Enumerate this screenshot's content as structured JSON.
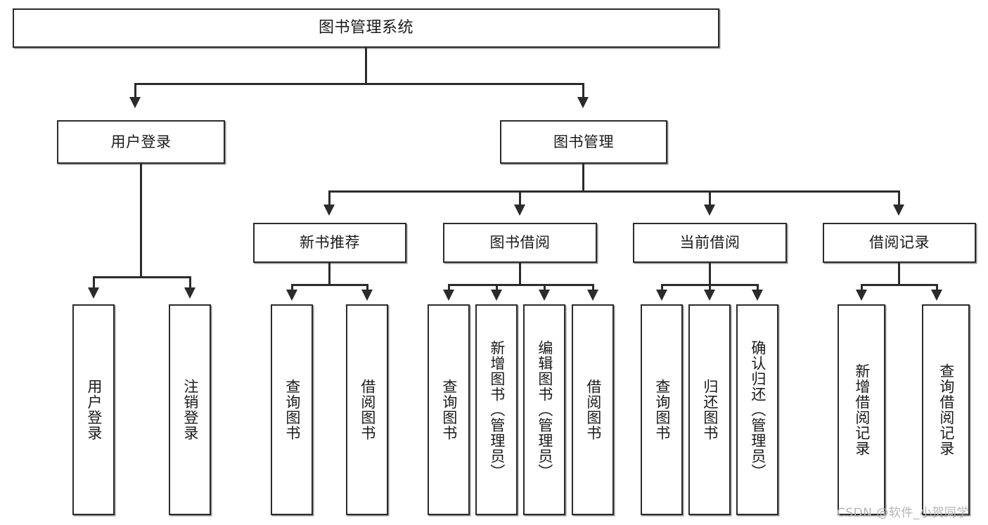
{
  "diagram": {
    "type": "tree-hierarchy",
    "title": "图书管理系统",
    "orientation": "top-down",
    "colors": {
      "stroke": "#2b2b2b",
      "fill": "#ffffff",
      "text": "#1a1a1a",
      "watermark": "#b4b4b4",
      "background": "#ffffff"
    }
  },
  "root": {
    "label": "图书管理系统"
  },
  "level2": [
    {
      "label": "用户登录"
    },
    {
      "label": "图书管理"
    }
  ],
  "level3": [
    {
      "label": "新书推荐"
    },
    {
      "label": "图书借阅"
    },
    {
      "label": "当前借阅"
    },
    {
      "label": "借阅记录"
    }
  ],
  "leaves": {
    "user_login": [
      {
        "label": "用户登录"
      },
      {
        "label": "注销登录"
      }
    ],
    "new_book": [
      {
        "label": "查询图书"
      },
      {
        "label": "借阅图书"
      }
    ],
    "borrow_book": [
      {
        "label": "查询图书"
      },
      {
        "label": "新增图书（管理员）"
      },
      {
        "label": "编辑图书（管理员）"
      },
      {
        "label": "借阅图书"
      }
    ],
    "current_borrow": [
      {
        "label": "查询图书"
      },
      {
        "label": "归还图书"
      },
      {
        "label": "确认归还（管理员）"
      }
    ],
    "borrow_record": [
      {
        "label": "新增借阅记录"
      },
      {
        "label": "查询借阅记录"
      }
    ]
  },
  "watermark": {
    "text": "CSDN @软件_小贺同学"
  }
}
